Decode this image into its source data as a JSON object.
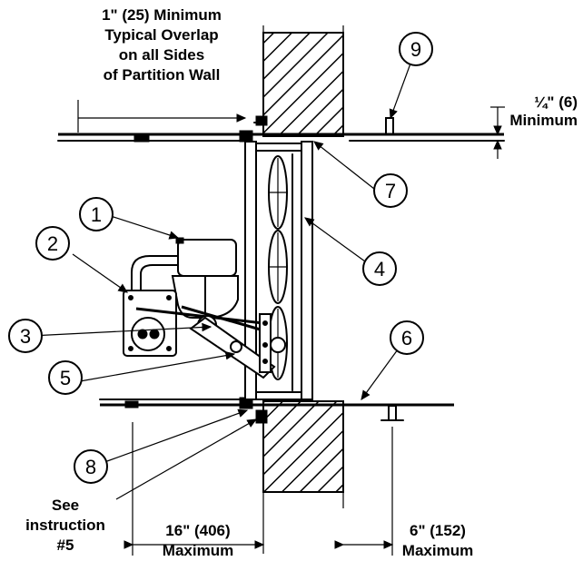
{
  "notes": {
    "overlap": [
      "1\" (25) Minimum",
      "Typical Overlap",
      "on all Sides",
      "of Partition Wall"
    ],
    "quarter_inch": [
      "¼\" (6)",
      "Minimum"
    ],
    "see_instruction": [
      "See",
      "instruction",
      "#5"
    ],
    "dim_16": [
      "16\" (406)",
      "Maximum"
    ],
    "dim_6": [
      "6\" (152)",
      "Maximum"
    ]
  },
  "callouts": [
    "1",
    "2",
    "3",
    "4",
    "5",
    "6",
    "7",
    "8",
    "9"
  ]
}
